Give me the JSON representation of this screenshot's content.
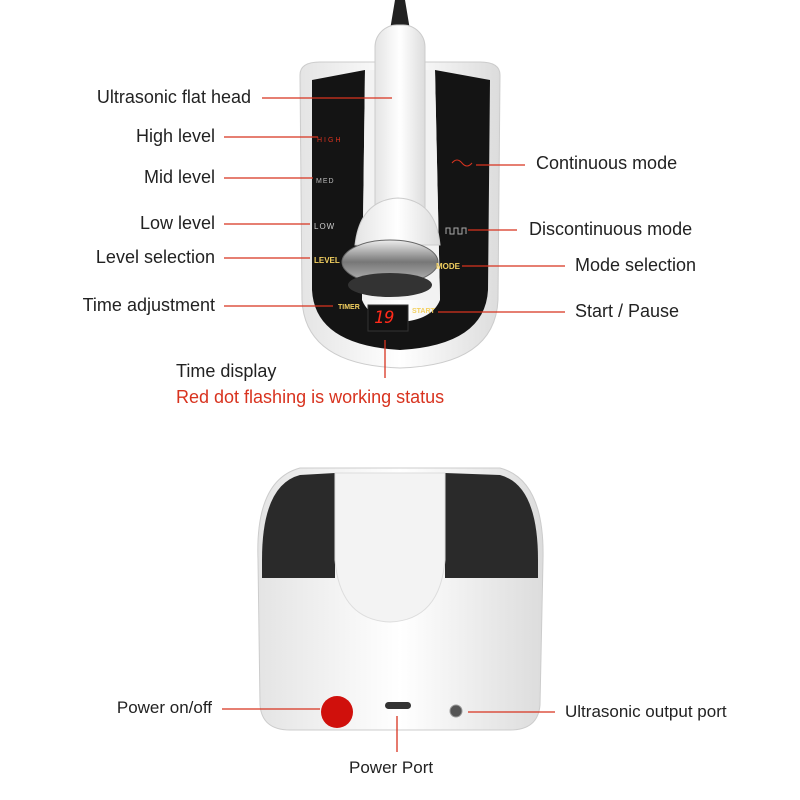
{
  "top_device": {
    "panel_labels": {
      "high": "HIGH",
      "med": "MED",
      "low": "LOW",
      "level": "LEVEL",
      "mode": "MODE",
      "timer": "TIMER",
      "start": "START"
    },
    "display_value": "19",
    "callouts_left": [
      "Ultrasonic flat head",
      "High level",
      "Mid level",
      "Low level",
      "Level selection",
      "Time adjustment"
    ],
    "callouts_right": [
      "Continuous mode",
      "Discontinuous mode",
      "Mode selection",
      "Start / Pause"
    ],
    "time_display": "Time display",
    "status_note": "Red dot flashing is working status"
  },
  "bottom_device": {
    "callouts": {
      "power": "Power on/off",
      "port": "Power Port",
      "output": "Ultrasonic output port"
    }
  },
  "colors": {
    "line": "#d8331f",
    "panel": "#141414",
    "button": "#d0100c",
    "note": "#d8331f"
  }
}
